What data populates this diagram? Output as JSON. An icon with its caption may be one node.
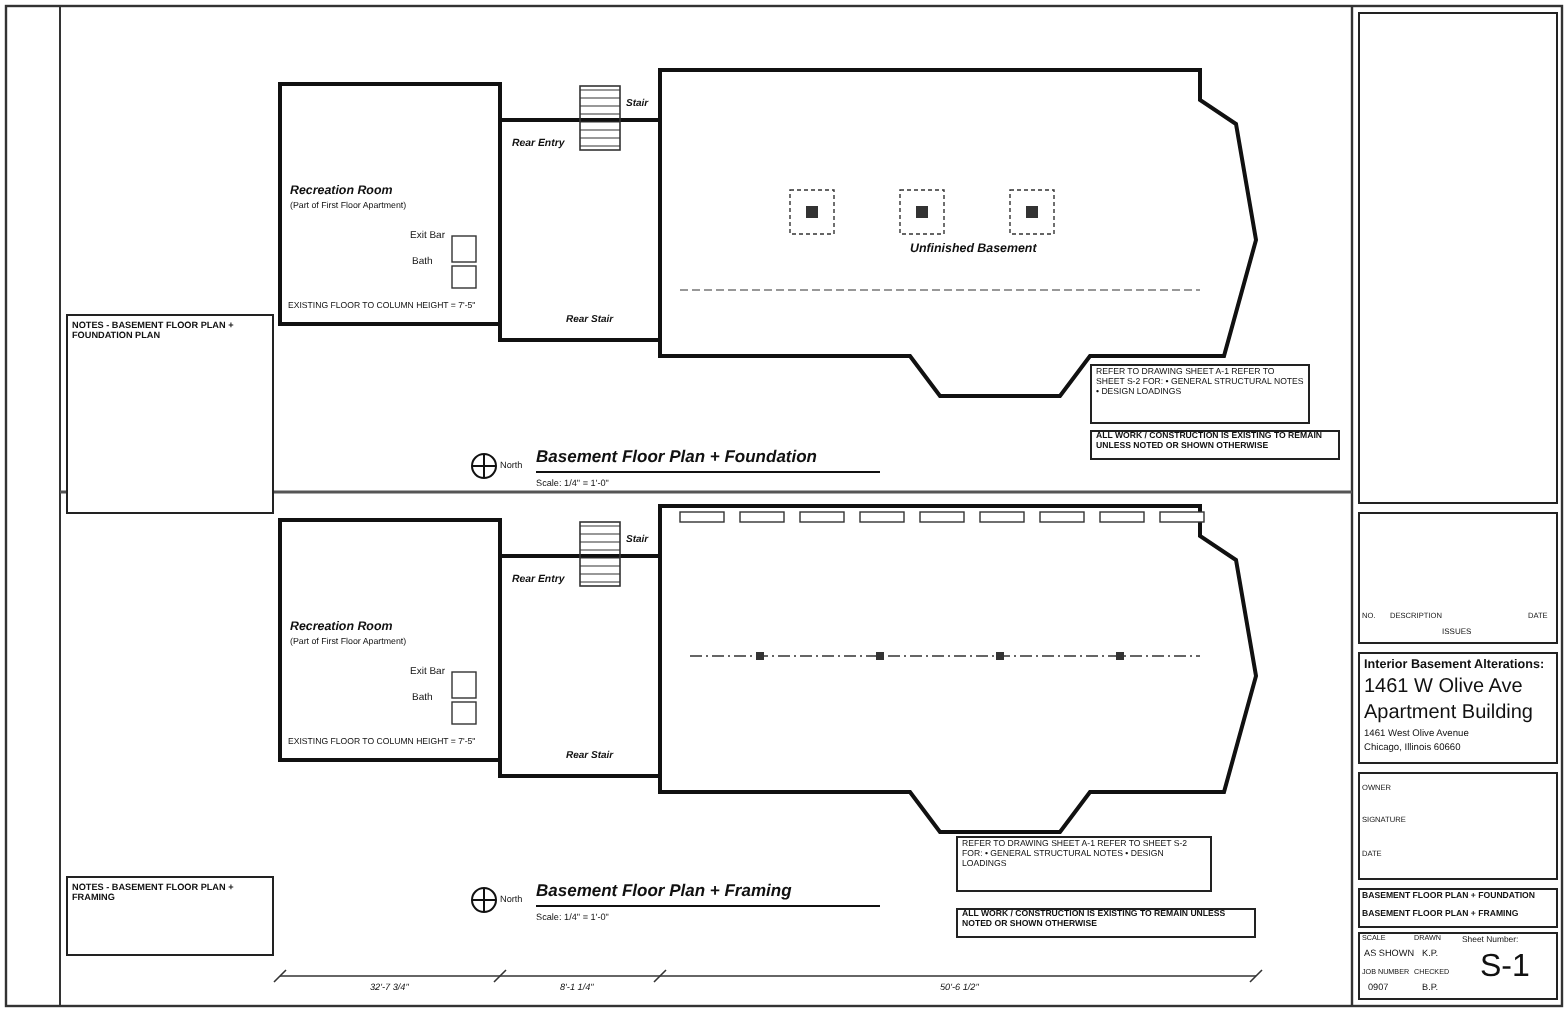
{
  "diagram": {
    "labels": [
      "NOTES - BASEMENT FLOOR PLAN + FOUNDATION PLAN",
      "Recreation Room",
      "(Part of First Floor Apartment)",
      "Exit Bar",
      "Bath",
      "Rear Entry",
      "Stair",
      "Unfinished Basement",
      "EXISTING FLOOR TO COLUMN HEIGHT = 7'-5\"",
      "Rear Stair",
      "Basement Floor Plan + Foundation",
      "Scale: 1/4\" = 1'-0\"",
      "North",
      "REFER TO DRAWING SHEET A-1 REFER TO SHEET S-2 FOR: • GENERAL STRUCTURAL NOTES • DESIGN LOADINGS",
      "ALL WORK / CONSTRUCTION IS EXISTING TO REMAIN UNLESS NOTED OR SHOWN OTHERWISE",
      "Recreation Room",
      "(Part of First Floor Apartment)",
      "Exit Bar",
      "Bath",
      "Rear Entry",
      "Stair",
      "EXISTING FLOOR TO COLUMN HEIGHT = 7'-5\"",
      "Rear Stair",
      "32'-7 3/4\"",
      "8'-1 1/4\"",
      "50'-6 1/2\"",
      "NOTES - BASEMENT FLOOR PLAN + FRAMING",
      "Basement Floor Plan + Framing",
      "Scale: 1/4\" = 1'-0\"",
      "North",
      "REFER TO DRAWING SHEET A-1 REFER TO SHEET S-2 FOR: • GENERAL STRUCTURAL NOTES • DESIGN LOADINGS",
      "ALL WORK / CONSTRUCTION IS EXISTING TO REMAIN UNLESS NOTED OR SHOWN OTHERWISE",
      "NO.",
      "DESCRIPTION",
      "DATE",
      "ISSUES",
      "Interior Basement Alterations:",
      "1461 W Olive Ave",
      "Apartment Building",
      "1461 West Olive Avenue",
      "Chicago, Illinois 60660",
      "OWNER",
      "SIGNATURE",
      "DATE",
      "BASEMENT FLOOR PLAN + FOUNDATION",
      "BASEMENT FLOOR PLAN + FRAMING",
      "SCALE",
      "AS SHOWN",
      "DRAWN",
      "K.P.",
      "JOB NUMBER",
      "0907",
      "CHECKED",
      "B.P.",
      "Sheet Number:",
      "S-1"
    ]
  }
}
